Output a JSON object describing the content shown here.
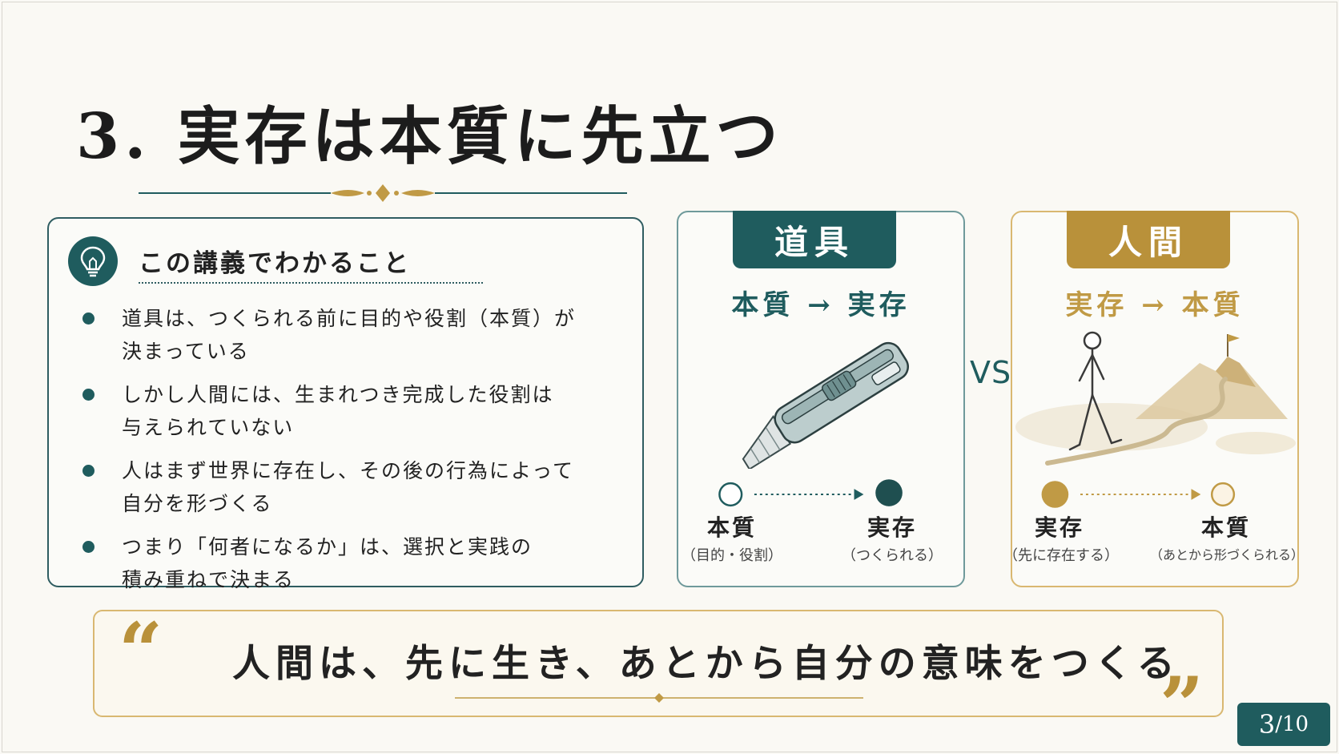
{
  "title": "3. 実存は本質に先立つ",
  "learn_panel": {
    "heading": "この講義でわかること",
    "bullets": [
      {
        "line1": "道具は、つくられる前に目的や役割（本質）が",
        "line2": "決まっている"
      },
      {
        "line1": "しかし人間には、生まれつき完成した役割は",
        "line2": "与えられていない"
      },
      {
        "line1": "人はまず世界に存在し、その後の行為によって",
        "line2": "自分を形づくる"
      },
      {
        "line1": "つまり「何者になるか」は、選択と実践の",
        "line2": "積み重ねで決まる"
      }
    ]
  },
  "tool_card": {
    "label": "道具",
    "formula": "本質 → 実存",
    "from_label": "本質",
    "from_sub": "（目的・役割）",
    "to_label": "実存",
    "to_sub": "（つくられる）",
    "illustration": "utility-knife-icon"
  },
  "vs_label": "VS",
  "human_card": {
    "label": "人間",
    "formula": "実存 → 本質",
    "from_label": "実存",
    "from_sub": "（先に存在する）",
    "to_label": "本質",
    "to_sub": "（あとから形づくられる）",
    "illustration": "walking-person-mountain-icon"
  },
  "quote": {
    "open_mark": "“",
    "text": "人間は、先に生き、あとから自分の意味をつくる",
    "close_mark": "”"
  },
  "page": {
    "current": "3",
    "total": "/10"
  },
  "colors": {
    "teal": "#1f5c5e",
    "gold": "#b9913a",
    "background": "#faf9f4"
  }
}
